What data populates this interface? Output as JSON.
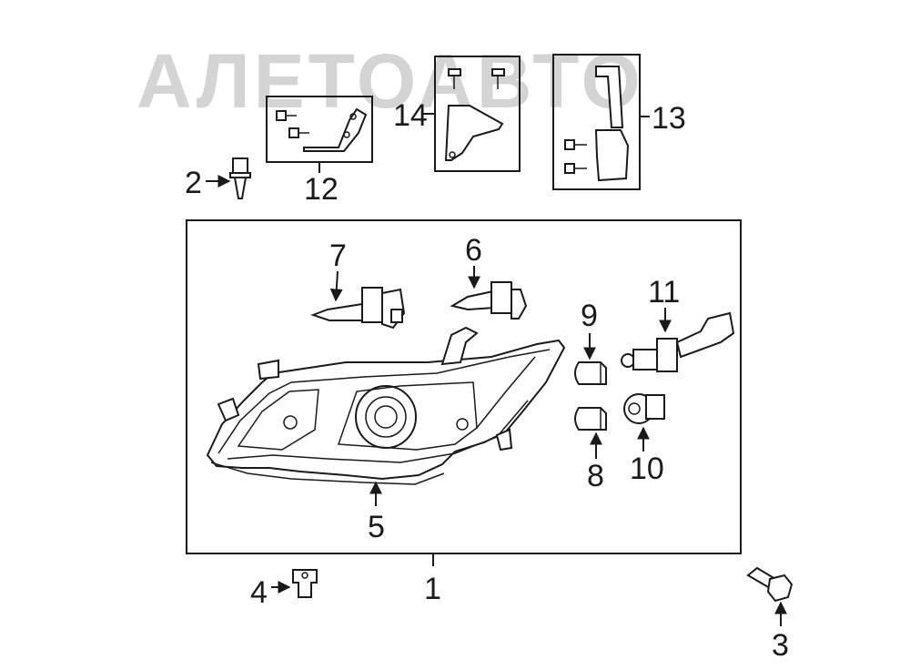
{
  "watermark": "АЛЕТОАВТО",
  "callouts": {
    "c1": "1",
    "c2": "2",
    "c3": "3",
    "c4": "4",
    "c5": "5",
    "c6": "6",
    "c7": "7",
    "c8": "8",
    "c9": "9",
    "c10": "10",
    "c11": "11",
    "c12": "12",
    "c13": "13",
    "c14": "14"
  },
  "colors": {
    "line": "#1a1a1a",
    "watermark": "#d4d4d4",
    "background": "#ffffff"
  }
}
